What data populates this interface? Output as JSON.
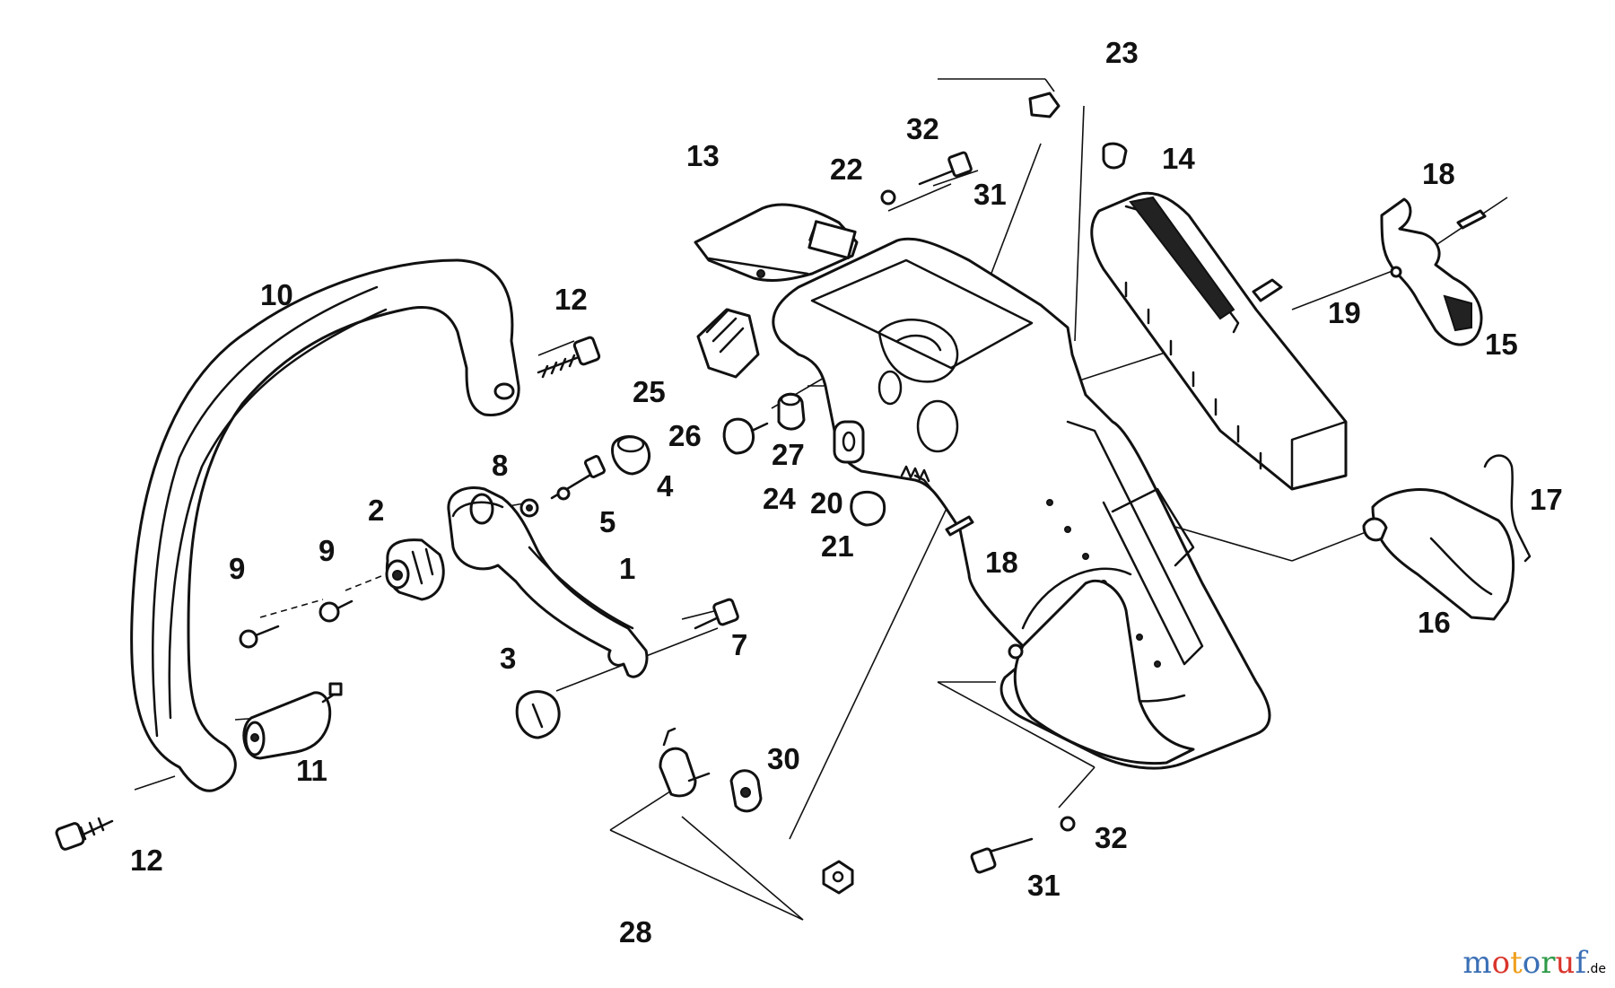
{
  "diagram": {
    "labels": {
      "p1": "1",
      "p2": "2",
      "p3": "3",
      "p4": "4",
      "p5": "5",
      "p7": "7",
      "p8": "8",
      "p9a": "9",
      "p9b": "9",
      "p10": "10",
      "p11": "11",
      "p12a": "12",
      "p12b": "12",
      "p13": "13",
      "p14": "14",
      "p15": "15",
      "p16": "16",
      "p17": "17",
      "p18a": "18",
      "p18b": "18",
      "p19": "19",
      "p20": "20",
      "p21": "21",
      "p22": "22",
      "p23": "23",
      "p24": "24",
      "p25": "25",
      "p26": "26",
      "p27": "27",
      "p28": "28",
      "p30": "30",
      "p31a": "31",
      "p31b": "31",
      "p32a": "32",
      "p32b": "32"
    }
  },
  "watermark": {
    "letters": [
      "m",
      "o",
      "t",
      "o",
      "r",
      "u",
      "f"
    ],
    "colors": [
      "#3a6fb5",
      "#d9342b",
      "#f0a020",
      "#3a6fb5",
      "#2e9a48",
      "#d9342b",
      "#3a6fb5"
    ],
    "suffix": ".de"
  }
}
